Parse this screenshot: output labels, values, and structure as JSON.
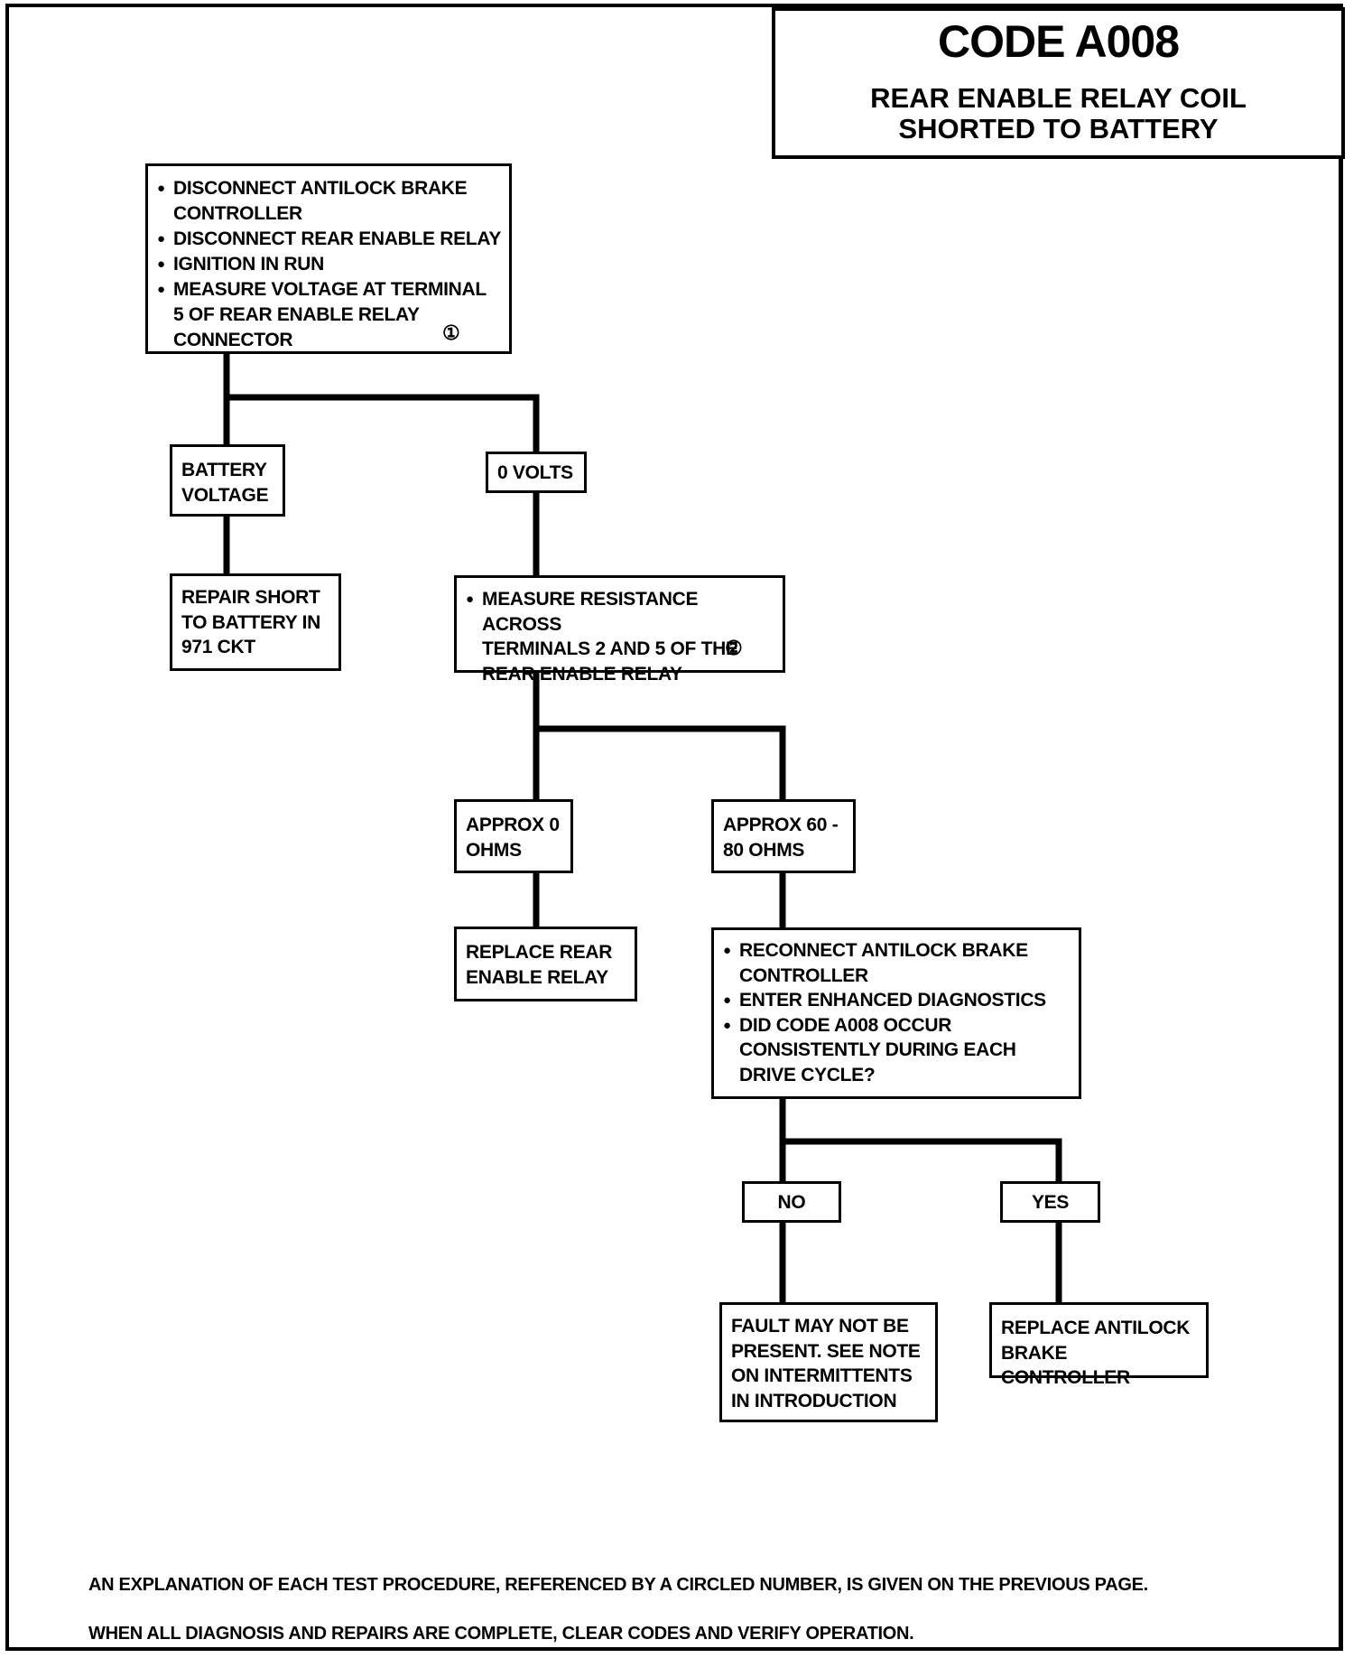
{
  "header": {
    "code": "CODE A008",
    "subtitle_line1": "REAR ENABLE RELAY COIL",
    "subtitle_line2": "SHORTED TO BATTERY"
  },
  "steps": {
    "step1": {
      "items": [
        [
          "DISCONNECT ANTILOCK BRAKE",
          "CONTROLLER"
        ],
        [
          "DISCONNECT  REAR ENABLE RELAY"
        ],
        [
          "IGNITION IN RUN"
        ],
        [
          "MEASURE VOLTAGE AT TERMINAL",
          "5 OF REAR ENABLE RELAY",
          "CONNECTOR"
        ]
      ],
      "ref": "①"
    },
    "battery_voltage": [
      "BATTERY",
      "VOLTAGE"
    ],
    "zero_volts": "0 VOLTS",
    "repair_short": [
      "REPAIR SHORT",
      "TO BATTERY IN",
      "971 CKT"
    ],
    "step2": {
      "items": [
        [
          "MEASURE RESISTANCE ACROSS",
          "TERMINALS 2  AND 5 OF THE",
          "REAR ENABLE RELAY"
        ]
      ],
      "ref": "②"
    },
    "approx0": [
      "APPROX 0",
      "OHMS"
    ],
    "approx60": [
      "APPROX 60 -",
      "80 OHMS"
    ],
    "replace_relay": [
      "REPLACE REAR",
      "ENABLE RELAY"
    ],
    "step3": {
      "items": [
        [
          "RECONNECT ANTILOCK BRAKE",
          "CONTROLLER"
        ],
        [
          "ENTER ENHANCED DIAGNOSTICS"
        ],
        [
          "DID CODE A008 OCCUR",
          "CONSISTENTLY DURING EACH",
          "DRIVE CYCLE?"
        ]
      ]
    },
    "no": "NO",
    "yes": "YES",
    "fault": [
      "FAULT MAY NOT BE",
      "PRESENT. SEE NOTE",
      "ON INTERMITTENTS",
      "IN INTRODUCTION"
    ],
    "replace_controller": [
      "REPLACE ANTILOCK",
      "BRAKE CONTROLLER"
    ]
  },
  "footer": {
    "note1": "AN EXPLANATION OF EACH TEST PROCEDURE, REFERENCED BY A CIRCLED NUMBER,  IS GIVEN ON THE PREVIOUS  PAGE.",
    "note2": "WHEN ALL DIAGNOSIS AND REPAIRS ARE COMPLETE, CLEAR CODES AND VERIFY OPERATION."
  }
}
